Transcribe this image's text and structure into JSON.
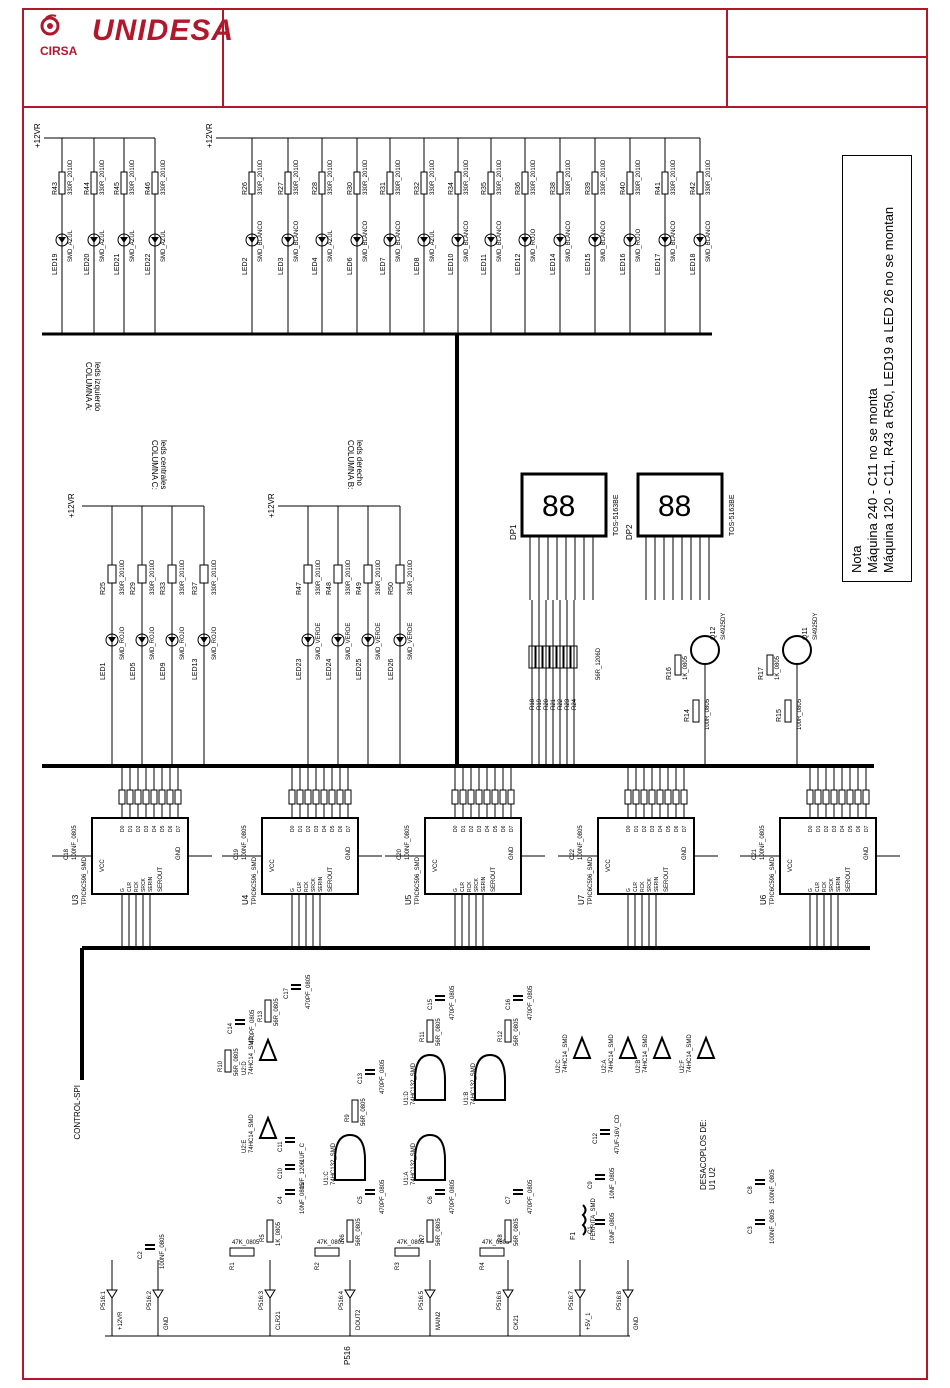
{
  "title_block": {
    "brand_small": "CIRSA",
    "brand_main": "UNIDESA"
  },
  "note": {
    "heading": "Nota",
    "line1": "Máquina 240 - C11 no se monta",
    "line2": "Máquina 120 - C11, R43 a R50, LED19 a LED 26 no se montan"
  },
  "labels": {
    "colA": "COLUMNA A:",
    "colA_sub": "leds izquierdo",
    "colB": "COLUMNA B:",
    "colB_sub": "leds derecho",
    "colC": "COLUMNA C:",
    "colC_sub": "leds centrales",
    "control_spi": "CONTROL-SPI",
    "decoupling": "DESACOPLOS DE:",
    "decoupling_sub": "U1 U2",
    "p12vr": "+12VR",
    "p5v": "+5V",
    "connector": "P516"
  },
  "colors": {
    "frame": "#b0182c",
    "wire": "#000000"
  },
  "top_leds": [
    {
      "r": "R43",
      "led": "LED19",
      "color": "SMD_AZUL"
    },
    {
      "r": "R44",
      "led": "LED20",
      "color": "SMD_AZUL"
    },
    {
      "r": "R45",
      "led": "LED21",
      "color": "SMD_AZUL"
    },
    {
      "r": "R46",
      "led": "LED22",
      "color": "SMD_AZUL"
    },
    {
      "r": "R26",
      "led": "LED2",
      "color": "SMD_BLANCO"
    },
    {
      "r": "R27",
      "led": "LED3",
      "color": "SMD_BLANCO"
    },
    {
      "r": "R28",
      "led": "LED4",
      "color": "SMD_AZUL"
    },
    {
      "r": "R30",
      "led": "LED6",
      "color": "SMD_BLANCO"
    },
    {
      "r": "R31",
      "led": "LED7",
      "color": "SMD_BLANCO"
    },
    {
      "r": "R32",
      "led": "LED8",
      "color": "SMD_AZUL"
    },
    {
      "r": "R34",
      "led": "LED10",
      "color": "SMD_BLANCO"
    },
    {
      "r": "R35",
      "led": "LED11",
      "color": "SMD_BLANCO"
    },
    {
      "r": "R36",
      "led": "LED12",
      "color": "SMD_ROJO"
    },
    {
      "r": "R38",
      "led": "LED14",
      "color": "SMD_BLANCO"
    },
    {
      "r": "R39",
      "led": "LED15",
      "color": "SMD_BLANCO"
    },
    {
      "r": "R40",
      "led": "LED16",
      "color": "SMD_ROJO"
    },
    {
      "r": "R41",
      "led": "LED17",
      "color": "SMD_BLANCO"
    },
    {
      "r": "R42",
      "led": "LED18",
      "color": "SMD_BLANCO"
    }
  ],
  "resistor_value": "330R_2010D",
  "colC_leds": [
    {
      "r": "R25",
      "led": "LED1",
      "color": "SMD_ROJO"
    },
    {
      "r": "R29",
      "led": "LED5",
      "color": "SMD_ROJO"
    },
    {
      "r": "R33",
      "led": "LED9",
      "color": "SMD_ROJO"
    },
    {
      "r": "R37",
      "led": "LED13",
      "color": "SMD_ROJO"
    }
  ],
  "colB_leds": [
    {
      "r": "R47",
      "led": "LED23",
      "color": "SMD_VERDE"
    },
    {
      "r": "R48",
      "led": "LED24",
      "color": "SMD_VERDE"
    },
    {
      "r": "R49",
      "led": "LED25",
      "color": "SMD_VERDE"
    },
    {
      "r": "R50",
      "led": "LED26",
      "color": "SMD_VERDE"
    }
  ],
  "displays": [
    {
      "ref": "DP1",
      "part": "TOS-5163BE"
    },
    {
      "ref": "DP2",
      "part": "TOS-5163BE"
    }
  ],
  "seg_resistors": [
    "R18",
    "R19",
    "R20",
    "R21",
    "R22",
    "R23",
    "R24"
  ],
  "seg_res_value": "56R_1206D",
  "transistors": [
    {
      "ref": "Q12",
      "part": "SI4925DY",
      "rb": "R16",
      "rb_val": "1K_0805",
      "rs": "R14",
      "rs_val": "100R_0805"
    },
    {
      "ref": "Q11",
      "part": "SI4925DY",
      "rb": "R17",
      "rb_val": "1K_0805",
      "rs": "R15",
      "rs_val": "100R_0805"
    }
  ],
  "shift_regs": [
    {
      "ref": "U3",
      "part": "TPIC6C596_SMD",
      "cap": "C18",
      "cap_val": "100NF_0805"
    },
    {
      "ref": "U4",
      "part": "TPIC6C596_SMD",
      "cap": "C19",
      "cap_val": "100NF_0805"
    },
    {
      "ref": "U5",
      "part": "TPIC6C596_SMD",
      "cap": "C20",
      "cap_val": "100NF_0805"
    },
    {
      "ref": "U7",
      "part": "TPIC6C596_SMD",
      "cap": "C22",
      "cap_val": "100NF_0805"
    },
    {
      "ref": "U6",
      "part": "TPIC6C596_SMD",
      "cap": "C21",
      "cap_val": "100NF_0805"
    }
  ],
  "sr_pins": [
    "D0",
    "D1",
    "D2",
    "D3",
    "D4",
    "D5",
    "D6",
    "D7",
    "VCC",
    "GND",
    "SEROUT",
    "G",
    "CLR",
    "RCK",
    "SRCK",
    "SERIN"
  ],
  "connector_pins": [
    {
      "ref": "P516:1",
      "net": "+12VR"
    },
    {
      "ref": "P516:2",
      "net": "GND"
    },
    {
      "ref": "P516:3",
      "net": "CLR21"
    },
    {
      "ref": "P516:4",
      "net": "DOUT2"
    },
    {
      "ref": "P516:5",
      "net": "MAIN2"
    },
    {
      "ref": "P516:6",
      "net": "CK21"
    },
    {
      "ref": "P516:7",
      "net": "+5V_1"
    },
    {
      "ref": "P516:8",
      "net": "GND"
    }
  ],
  "pullups": [
    {
      "ref": "R1",
      "val": "47K_0805"
    },
    {
      "ref": "R2",
      "val": "47K_0805"
    },
    {
      "ref": "R3",
      "val": "47K_0805"
    },
    {
      "ref": "R4",
      "val": "47K_0805"
    }
  ],
  "series_res": [
    {
      "ref": "R5",
      "val": "1K_0805"
    },
    {
      "ref": "R6",
      "val": "56R_0805"
    },
    {
      "ref": "R7",
      "val": "56R_0805"
    },
    {
      "ref": "R8",
      "val": "56R_0805"
    },
    {
      "ref": "R9",
      "val": "56R_0805"
    },
    {
      "ref": "R10",
      "val": "56R_0805"
    },
    {
      "ref": "R11",
      "val": "56R_0805"
    },
    {
      "ref": "R12",
      "val": "56R_0805"
    },
    {
      "ref": "R13",
      "val": "56R_0805"
    }
  ],
  "caps": [
    {
      "ref": "C1",
      "val": "10NF_0805"
    },
    {
      "ref": "C2",
      "val": "100NF_0805"
    },
    {
      "ref": "C3",
      "val": "100NF_0805"
    },
    {
      "ref": "C4",
      "val": "10NF_0805"
    },
    {
      "ref": "C5",
      "val": "470PF_0805"
    },
    {
      "ref": "C6",
      "val": "470PF_0805"
    },
    {
      "ref": "C7",
      "val": "470PF_0805"
    },
    {
      "ref": "C8",
      "val": "100NF_0805"
    },
    {
      "ref": "C9",
      "val": "10NF_0805"
    },
    {
      "ref": "C10",
      "val": "1UF_1206"
    },
    {
      "ref": "C11",
      "val": "1UF_C"
    },
    {
      "ref": "C12",
      "val": "47UF-16V_CD"
    },
    {
      "ref": "C13",
      "val": "470PF_0805"
    },
    {
      "ref": "C14",
      "val": "470PF_0805"
    },
    {
      "ref": "C15",
      "val": "470PF_0805"
    },
    {
      "ref": "C16",
      "val": "470PF_0805"
    },
    {
      "ref": "C17",
      "val": "470PF_0805"
    }
  ],
  "gates": [
    {
      "ref": "U1:A",
      "part": "74HC132_SMD"
    },
    {
      "ref": "U1:B",
      "part": "74HC132_SMD"
    },
    {
      "ref": "U1:C",
      "part": "74HC132_SMD"
    },
    {
      "ref": "U1:D",
      "part": "74HC132_SMD"
    },
    {
      "ref": "U2:A",
      "part": "74HC14_SMD"
    },
    {
      "ref": "U2:B",
      "part": "74HC14_SMD"
    },
    {
      "ref": "U2:C",
      "part": "74HC14_SMD"
    },
    {
      "ref": "U2:D",
      "part": "74HC14_SMD"
    },
    {
      "ref": "U2:E",
      "part": "74HC14_SMD"
    },
    {
      "ref": "U2:F",
      "part": "74HC14_SMD"
    }
  ],
  "ferrite": {
    "ref": "F1",
    "val": "FERRITA_SMD"
  }
}
